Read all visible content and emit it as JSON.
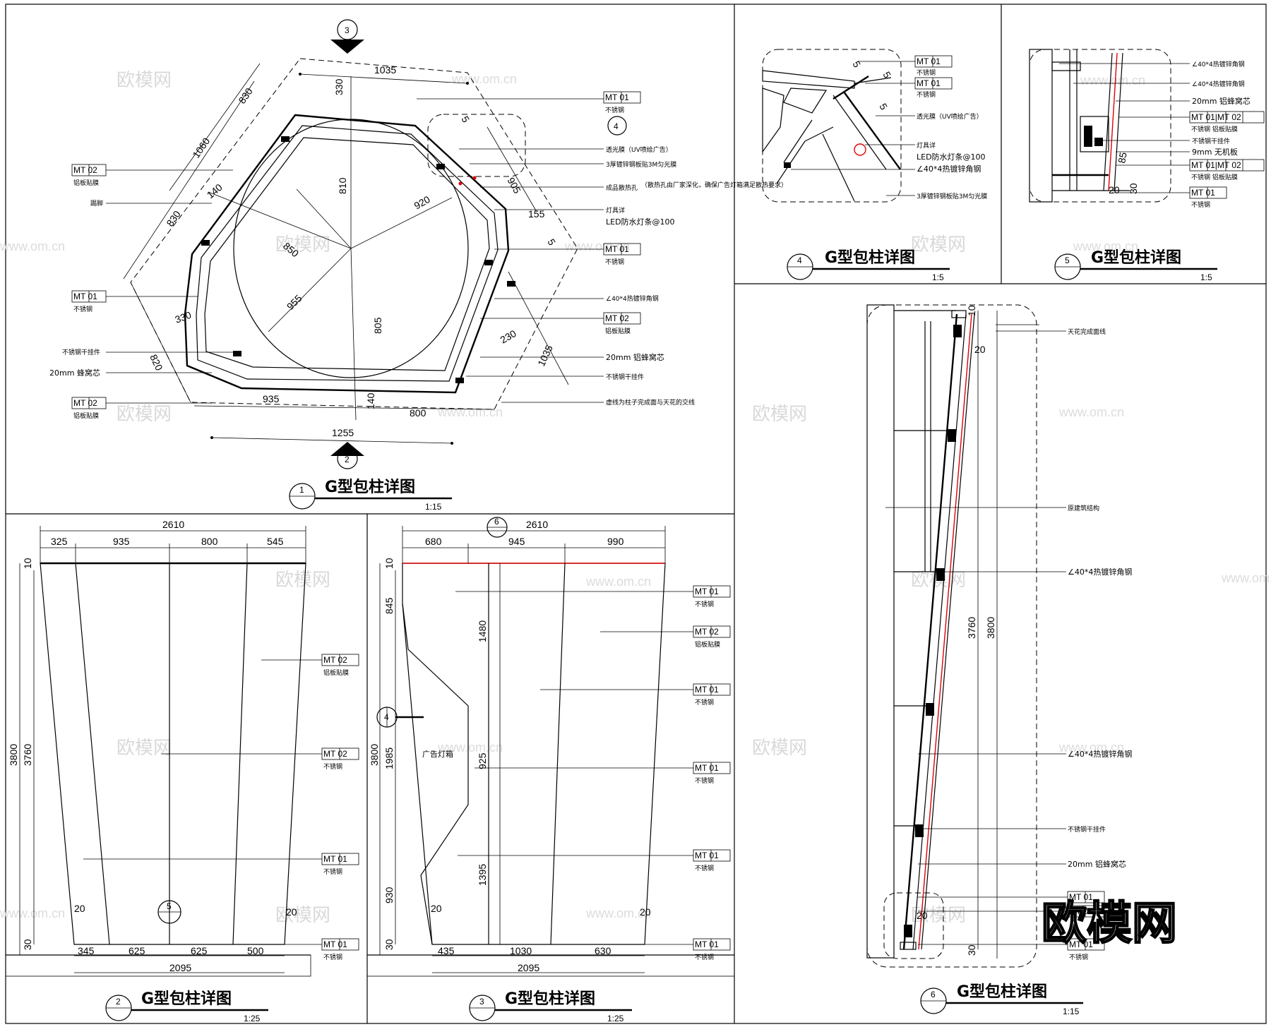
{
  "details": [
    {
      "num": "1",
      "title": "G型包柱详图",
      "scale": "1:15"
    },
    {
      "num": "2",
      "title": "G型包柱详图",
      "scale": "1:25"
    },
    {
      "num": "3",
      "title": "G型包柱详图",
      "scale": "1:25"
    },
    {
      "num": "4",
      "title": "G型包柱详图",
      "scale": "1:5"
    },
    {
      "num": "5",
      "title": "G型包柱详图",
      "scale": "1:5"
    },
    {
      "num": "6",
      "title": "G型包柱详图",
      "scale": "1:15"
    }
  ],
  "plan": {
    "dims": {
      "d1035a": "1035",
      "d830a": "830",
      "d1060": "1060",
      "d330a": "330",
      "d140a": "140",
      "d830b": "830",
      "d850": "850",
      "d810": "810",
      "d920": "920",
      "d955": "955",
      "d805": "805",
      "d330b": "330",
      "d820": "820",
      "d935": "935",
      "d140b": "140",
      "d800": "800",
      "d1255": "1255",
      "d230": "230",
      "d1035b": "1035",
      "d155": "155",
      "d905": "905",
      "d5a": "5",
      "d5b": "5"
    },
    "sections": {
      "top": "3",
      "bottom": "2",
      "detail": "4"
    },
    "labels_left": [
      {
        "tag": "MT 02",
        "note": "铝板贴膜"
      },
      {
        "tag": "",
        "note": "踢脚"
      },
      {
        "tag": "MT 01",
        "note": "不锈钢"
      },
      {
        "tag": "",
        "note": "不锈钢干挂件"
      },
      {
        "tag": "",
        "note": "20mm 蜂窝芯"
      },
      {
        "tag": "MT 02",
        "note": "铝板贴膜"
      }
    ],
    "labels_right": [
      {
        "tag": "MT 01",
        "note": "不锈钢"
      },
      {
        "tag": "",
        "note": "透光膜（UV喷绘广告）"
      },
      {
        "tag": "",
        "note": "3厚镀锌钢板贴3M匀光膜"
      },
      {
        "tag": "",
        "note": "成品散热孔"
      },
      {
        "tag": "",
        "note": "（散热孔由厂家深化，确保广告灯箱满足散热要求）"
      },
      {
        "tag": "",
        "note": "灯具详"
      },
      {
        "tag": "",
        "note": "LED防水灯条@100"
      },
      {
        "tag": "MT 01",
        "note": "不锈钢"
      },
      {
        "tag": "",
        "note": "∠40*4热镀锌角钢"
      },
      {
        "tag": "MT 02",
        "note": "铝板贴膜"
      },
      {
        "tag": "",
        "note": "20mm 铝蜂窝芯"
      },
      {
        "tag": "",
        "note": "不锈钢干挂件"
      },
      {
        "tag": "",
        "note": "虚线为柱子完成面与天花的交线"
      }
    ]
  },
  "elev2": {
    "top_total": "2610",
    "top": [
      "325",
      "935",
      "800",
      "545"
    ],
    "bottom_total": "2095",
    "bottom": [
      "345",
      "625",
      "625",
      "500"
    ],
    "left_total": "3800",
    "left_inner": "3760",
    "d10": "10",
    "d30": "30",
    "d20a": "20",
    "d20b": "20",
    "section": "5",
    "labels": [
      {
        "tag": "MT 02",
        "note": "铝板贴膜"
      },
      {
        "tag": "MT 02",
        "note": "不锈钢"
      },
      {
        "tag": "MT 01",
        "note": "不锈钢"
      },
      {
        "tag": "MT 01",
        "note": "不锈钢"
      }
    ]
  },
  "elev3": {
    "top_total": "2610",
    "top": [
      "680",
      "945",
      "990"
    ],
    "bottom_total": "2095",
    "bottom": [
      "435",
      "1030",
      "630"
    ],
    "left_total": "3800",
    "left": [
      "845",
      "1985",
      "930"
    ],
    "inner": [
      "1480",
      "925",
      "1395"
    ],
    "d10": "10",
    "d30": "30",
    "d20a": "20",
    "d20b": "20",
    "section_top": "6",
    "section_side": "4",
    "lightbox": "广告灯箱",
    "labels": [
      {
        "tag": "MT 01",
        "note": "不锈钢"
      },
      {
        "tag": "MT 02",
        "note": "铝板贴膜"
      },
      {
        "tag": "MT 01",
        "note": "不锈钢"
      },
      {
        "tag": "MT 01",
        "note": "不锈钢"
      },
      {
        "tag": "MT 01",
        "note": "不锈钢"
      },
      {
        "tag": "MT 01",
        "note": "不锈钢"
      }
    ]
  },
  "d4": {
    "labels": [
      {
        "tag": "MT 01",
        "note": "不锈钢"
      },
      {
        "tag": "MT 01",
        "note": "不锈钢"
      },
      {
        "tag": "",
        "note": "透光膜（UV喷绘广告）"
      },
      {
        "tag": "",
        "note": "灯具详"
      },
      {
        "tag": "",
        "note": "LED防水灯条@100"
      },
      {
        "tag": "",
        "note": "∠40*4热镀锌角钢"
      },
      {
        "tag": "",
        "note": "3厚镀锌钢板贴3M匀光膜"
      }
    ],
    "d5a": "5",
    "d5b": "5",
    "d5c": "5"
  },
  "d5": {
    "labels": [
      {
        "tag": "",
        "note": "∠40*4热镀锌角钢"
      },
      {
        "tag": "",
        "note": "∠40*4热镀锌角钢"
      },
      {
        "tag": "",
        "note": "20mm 铝蜂窝芯"
      },
      {
        "tag": "MT 01|MT 02",
        "note": "不锈钢   铝板贴膜"
      },
      {
        "tag": "",
        "note": "不锈钢干挂件"
      },
      {
        "tag": "",
        "note": "9mm 无机板"
      },
      {
        "tag": "MT 01|MT 02",
        "note": "不锈钢   铝板贴膜"
      },
      {
        "tag": "MT 01",
        "note": "不锈钢"
      }
    ],
    "d85": "85",
    "d20": "20",
    "d30": "30"
  },
  "d6": {
    "labels": [
      {
        "tag": "",
        "note": "天花完成面线"
      },
      {
        "tag": "",
        "note": "原建筑结构"
      },
      {
        "tag": "",
        "note": "∠40*4热镀锌角钢"
      },
      {
        "tag": "",
        "note": "∠40*4热镀锌角钢"
      },
      {
        "tag": "",
        "note": "不锈钢干挂件"
      },
      {
        "tag": "",
        "note": "20mm 铝蜂窝芯"
      },
      {
        "tag": "MT 01",
        "note": ""
      },
      {
        "tag": "MT 01",
        "note": ""
      },
      {
        "tag": "MT 01",
        "note": "不锈钢"
      }
    ],
    "d3760": "3760",
    "d3800": "3800",
    "d20a": "20",
    "d20b": "20",
    "d10": "10",
    "d30": "30"
  },
  "watermark": {
    "cn": "欧模网",
    "url": "www.om.cn",
    "logo": "欧模网"
  }
}
